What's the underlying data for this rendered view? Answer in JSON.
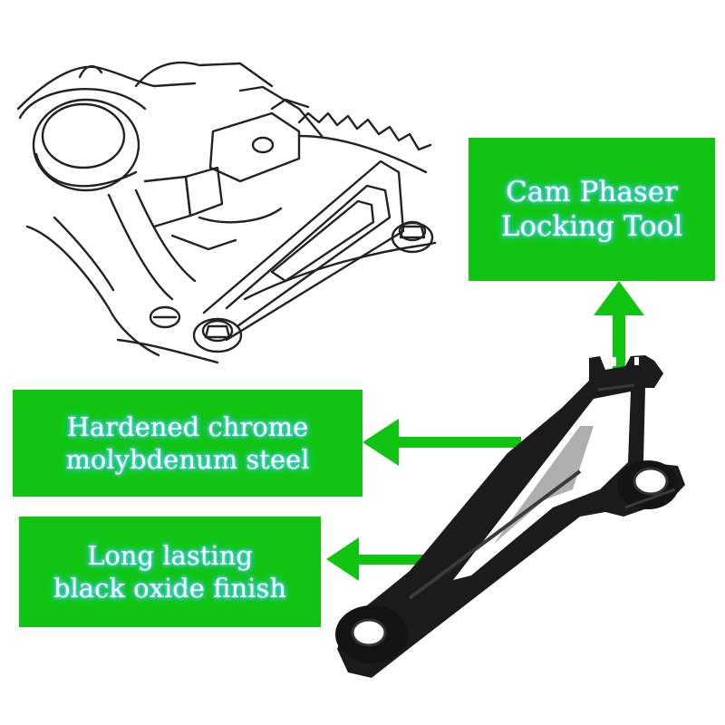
{
  "labels": {
    "cam_phaser": {
      "line1": "Cam Phaser",
      "line2": "Locking Tool"
    },
    "material": {
      "line1": "Hardened chrome",
      "line2": "molybdenum steel"
    },
    "finish": {
      "line1": "Long lasting",
      "line2": "black oxide finish"
    }
  },
  "colors": {
    "label_background": "#11c411",
    "arrow": "#11c411",
    "tool": "#1b1b1b",
    "line_art": "#222222",
    "text_glow": "#35c8ff"
  },
  "icons": {
    "tool_photo": "cam-phaser-locking-tool-icon",
    "engine_sketch": "engine-installation-sketch-icon",
    "arrows": "arrow-icon"
  }
}
